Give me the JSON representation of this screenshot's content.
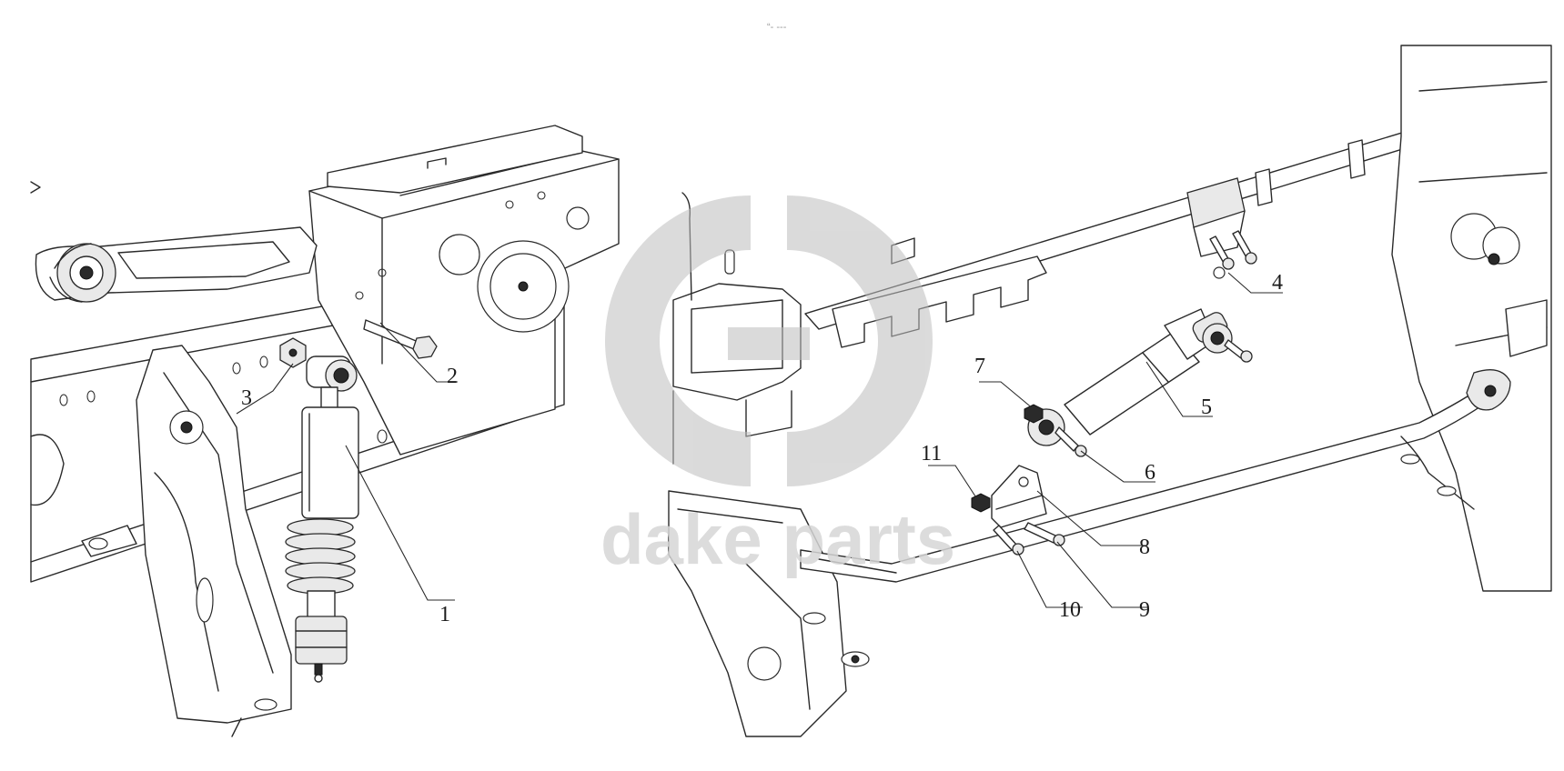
{
  "diagram": {
    "watermark": {
      "text": "dake parts"
    },
    "header_mark": "“- ---",
    "callouts": [
      "1",
      "2",
      "3",
      "4",
      "5",
      "6",
      "7",
      "8",
      "9",
      "10",
      "11"
    ]
  }
}
